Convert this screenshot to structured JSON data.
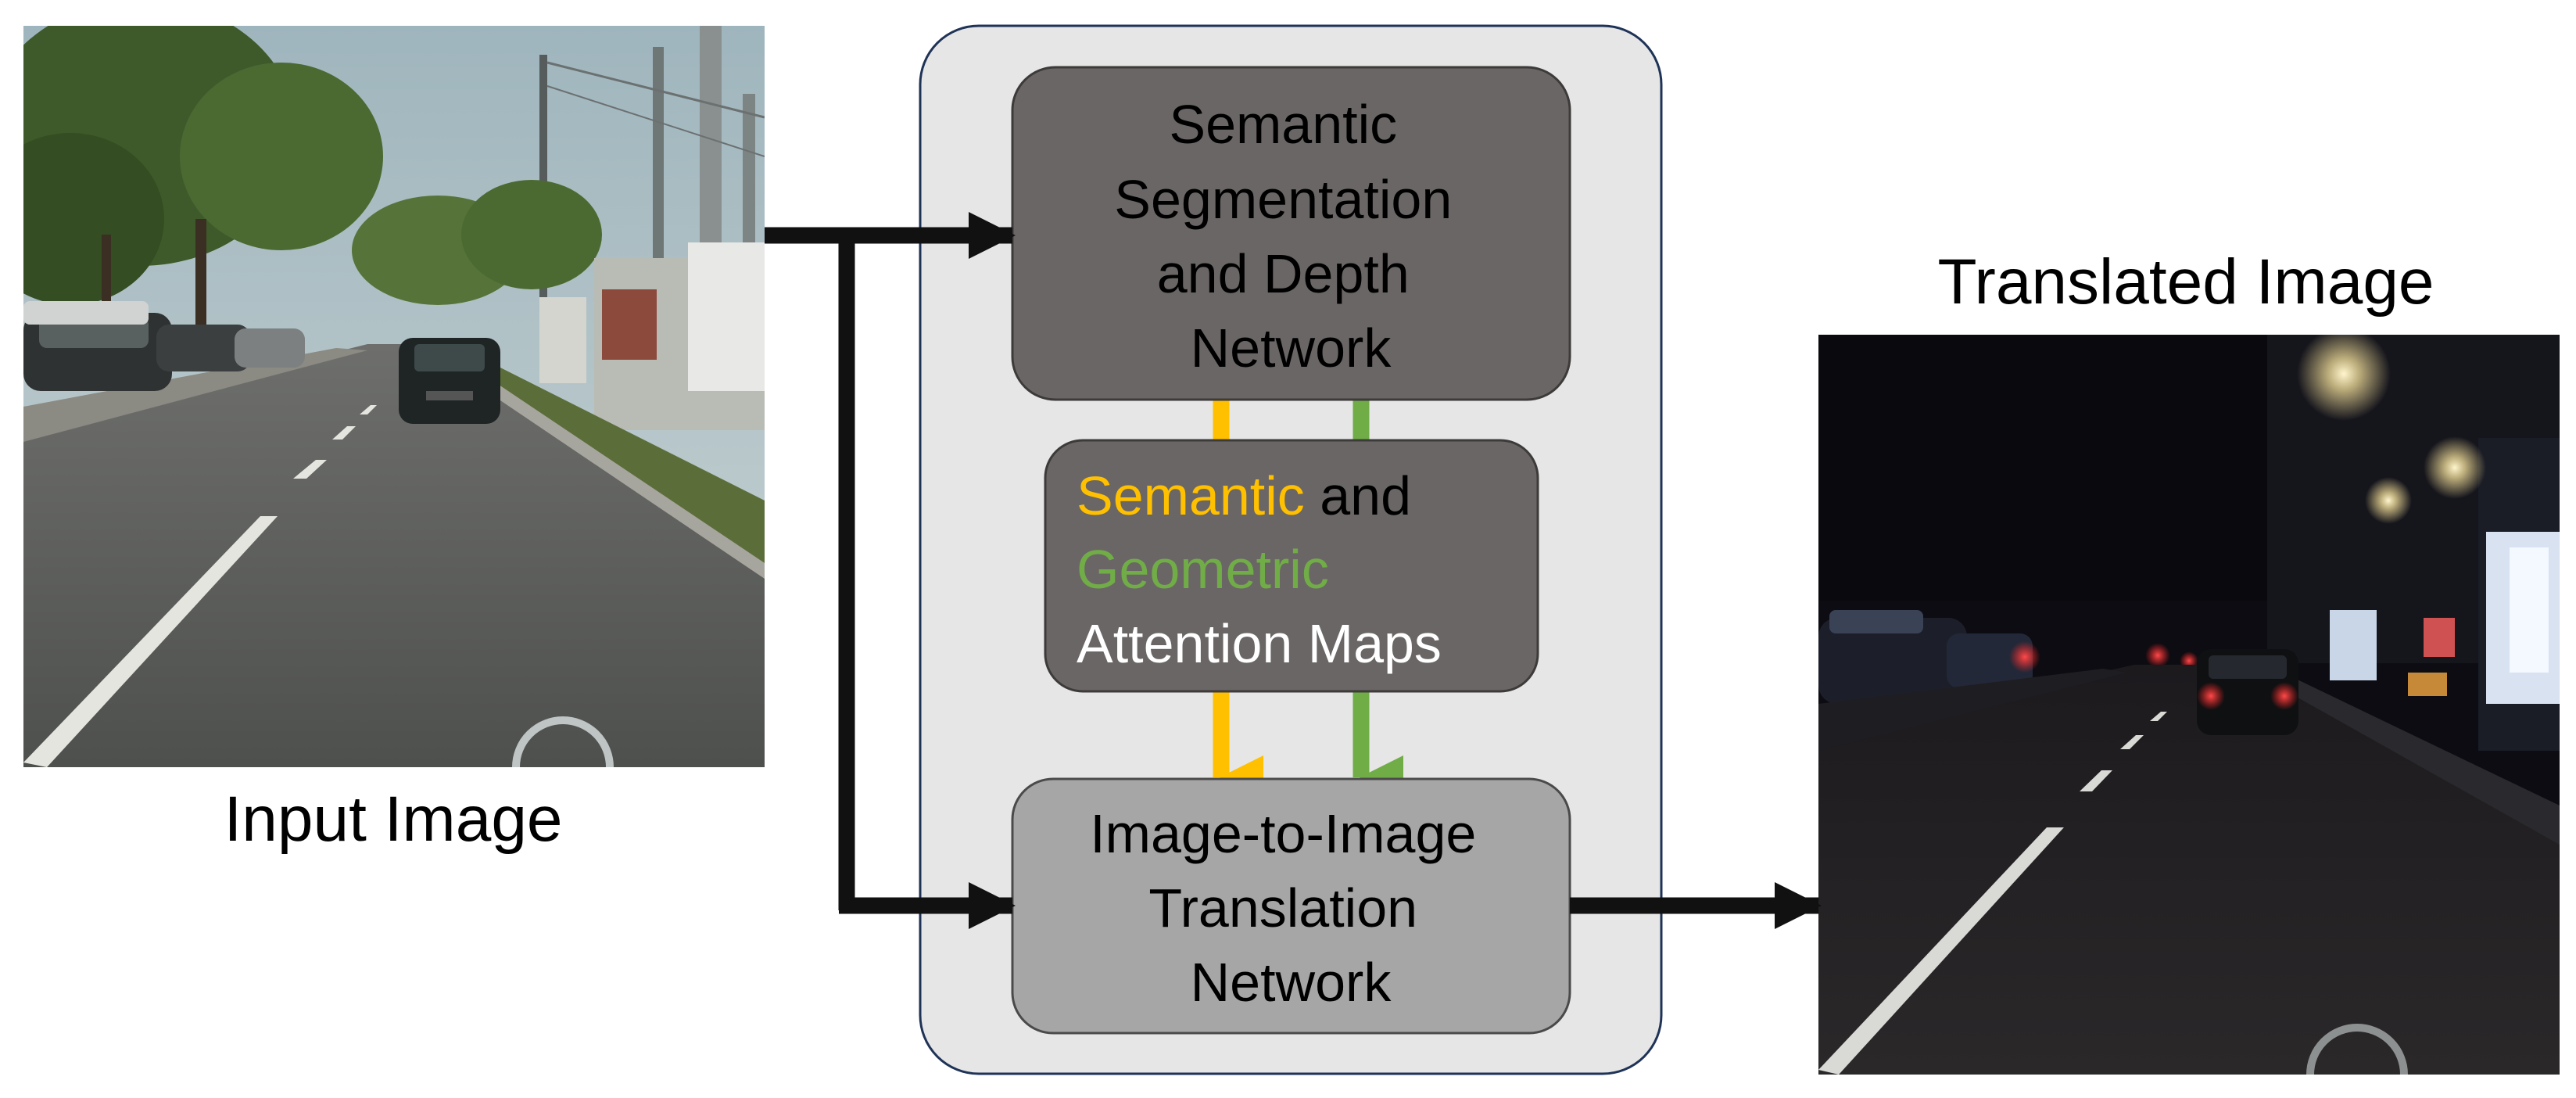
{
  "input_image": {
    "caption": "Input Image",
    "scene": "daytime street photo"
  },
  "output_image": {
    "caption": "Translated Image",
    "scene": "night-time street photo"
  },
  "network_box": {
    "seg_depth_lines": [
      "Semantic",
      "Segmentation",
      "and Depth",
      "Network"
    ],
    "attention": {
      "semantic_word": "Semantic",
      "and_word": " and",
      "geometric_word": "Geometric",
      "maps_line": "Attention Maps"
    },
    "translation_lines": [
      "Image-to-Image",
      "Translation",
      "Network"
    ]
  },
  "colors": {
    "semantic": "#ffc000",
    "geometric": "#70ad47",
    "dark_box": "#6b6666",
    "light_box": "#a6a6a6",
    "container": "#e6e6e6",
    "container_border": "#1f3357",
    "arrow": "#111111"
  }
}
